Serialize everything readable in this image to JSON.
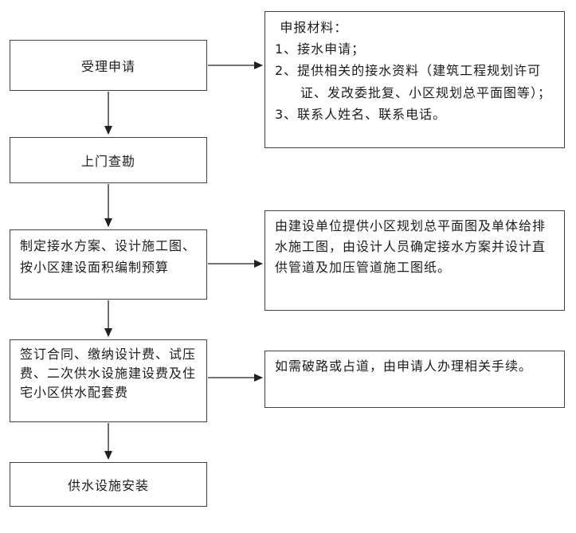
{
  "colors": {
    "border": "#3f3f3f",
    "background": "#ffffff",
    "text": "#1c1c1c",
    "arrow": "#202020"
  },
  "steps": {
    "step1": "受理申请",
    "step2": "上门查勘",
    "step3": "制定接水方案、设计施工图、按小区建设面积编制预算",
    "step4": "签订合同、缴纳设计费、试压费、二次供水设施建设费及住宅小区供水配套费",
    "step5": "供水设施安装"
  },
  "notes": {
    "note1": {
      "lines": [
        "申报材料：",
        "1、接水申请；",
        "2、提供相关的接水资料（建筑工程规划许可证、发改委批复、小区规划总平面图等）；",
        "3、联系人姓名、联系电话。"
      ]
    },
    "note2": "由建设单位提供小区规划总平面图及单体给排水施工图，由设计人员确定接水方案并设计直供管道及加压管道施工图纸。",
    "note3": "如需破路或占道，由申请人办理相关手续。"
  }
}
